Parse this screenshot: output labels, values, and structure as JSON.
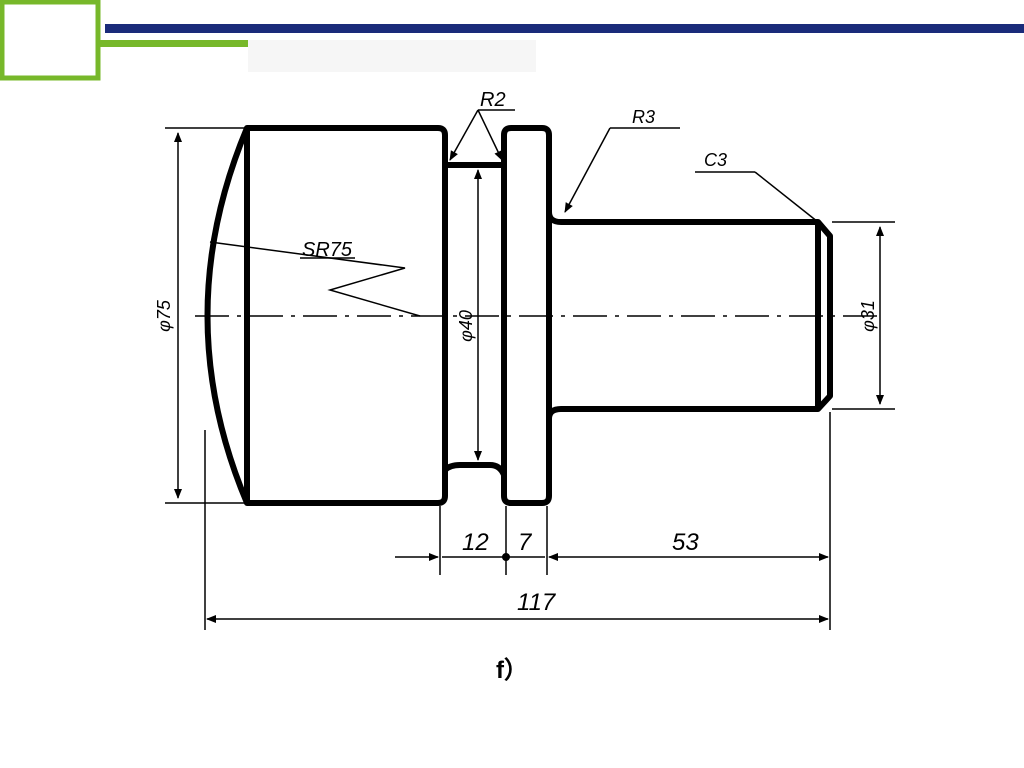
{
  "slide": {
    "accent_green": "#77b82a",
    "accent_navy": "#1a2b7a"
  },
  "drawing": {
    "radius_groove": "R2",
    "radius_fillet": "R3",
    "chamfer": "C3",
    "sphere_radius": "SR75",
    "dia_left": "φ75",
    "dia_groove": "φ40",
    "dia_right": "φ31",
    "len_groove": "12",
    "len_collar": "7",
    "len_right": "53",
    "len_total": "117",
    "caption": "f）"
  }
}
